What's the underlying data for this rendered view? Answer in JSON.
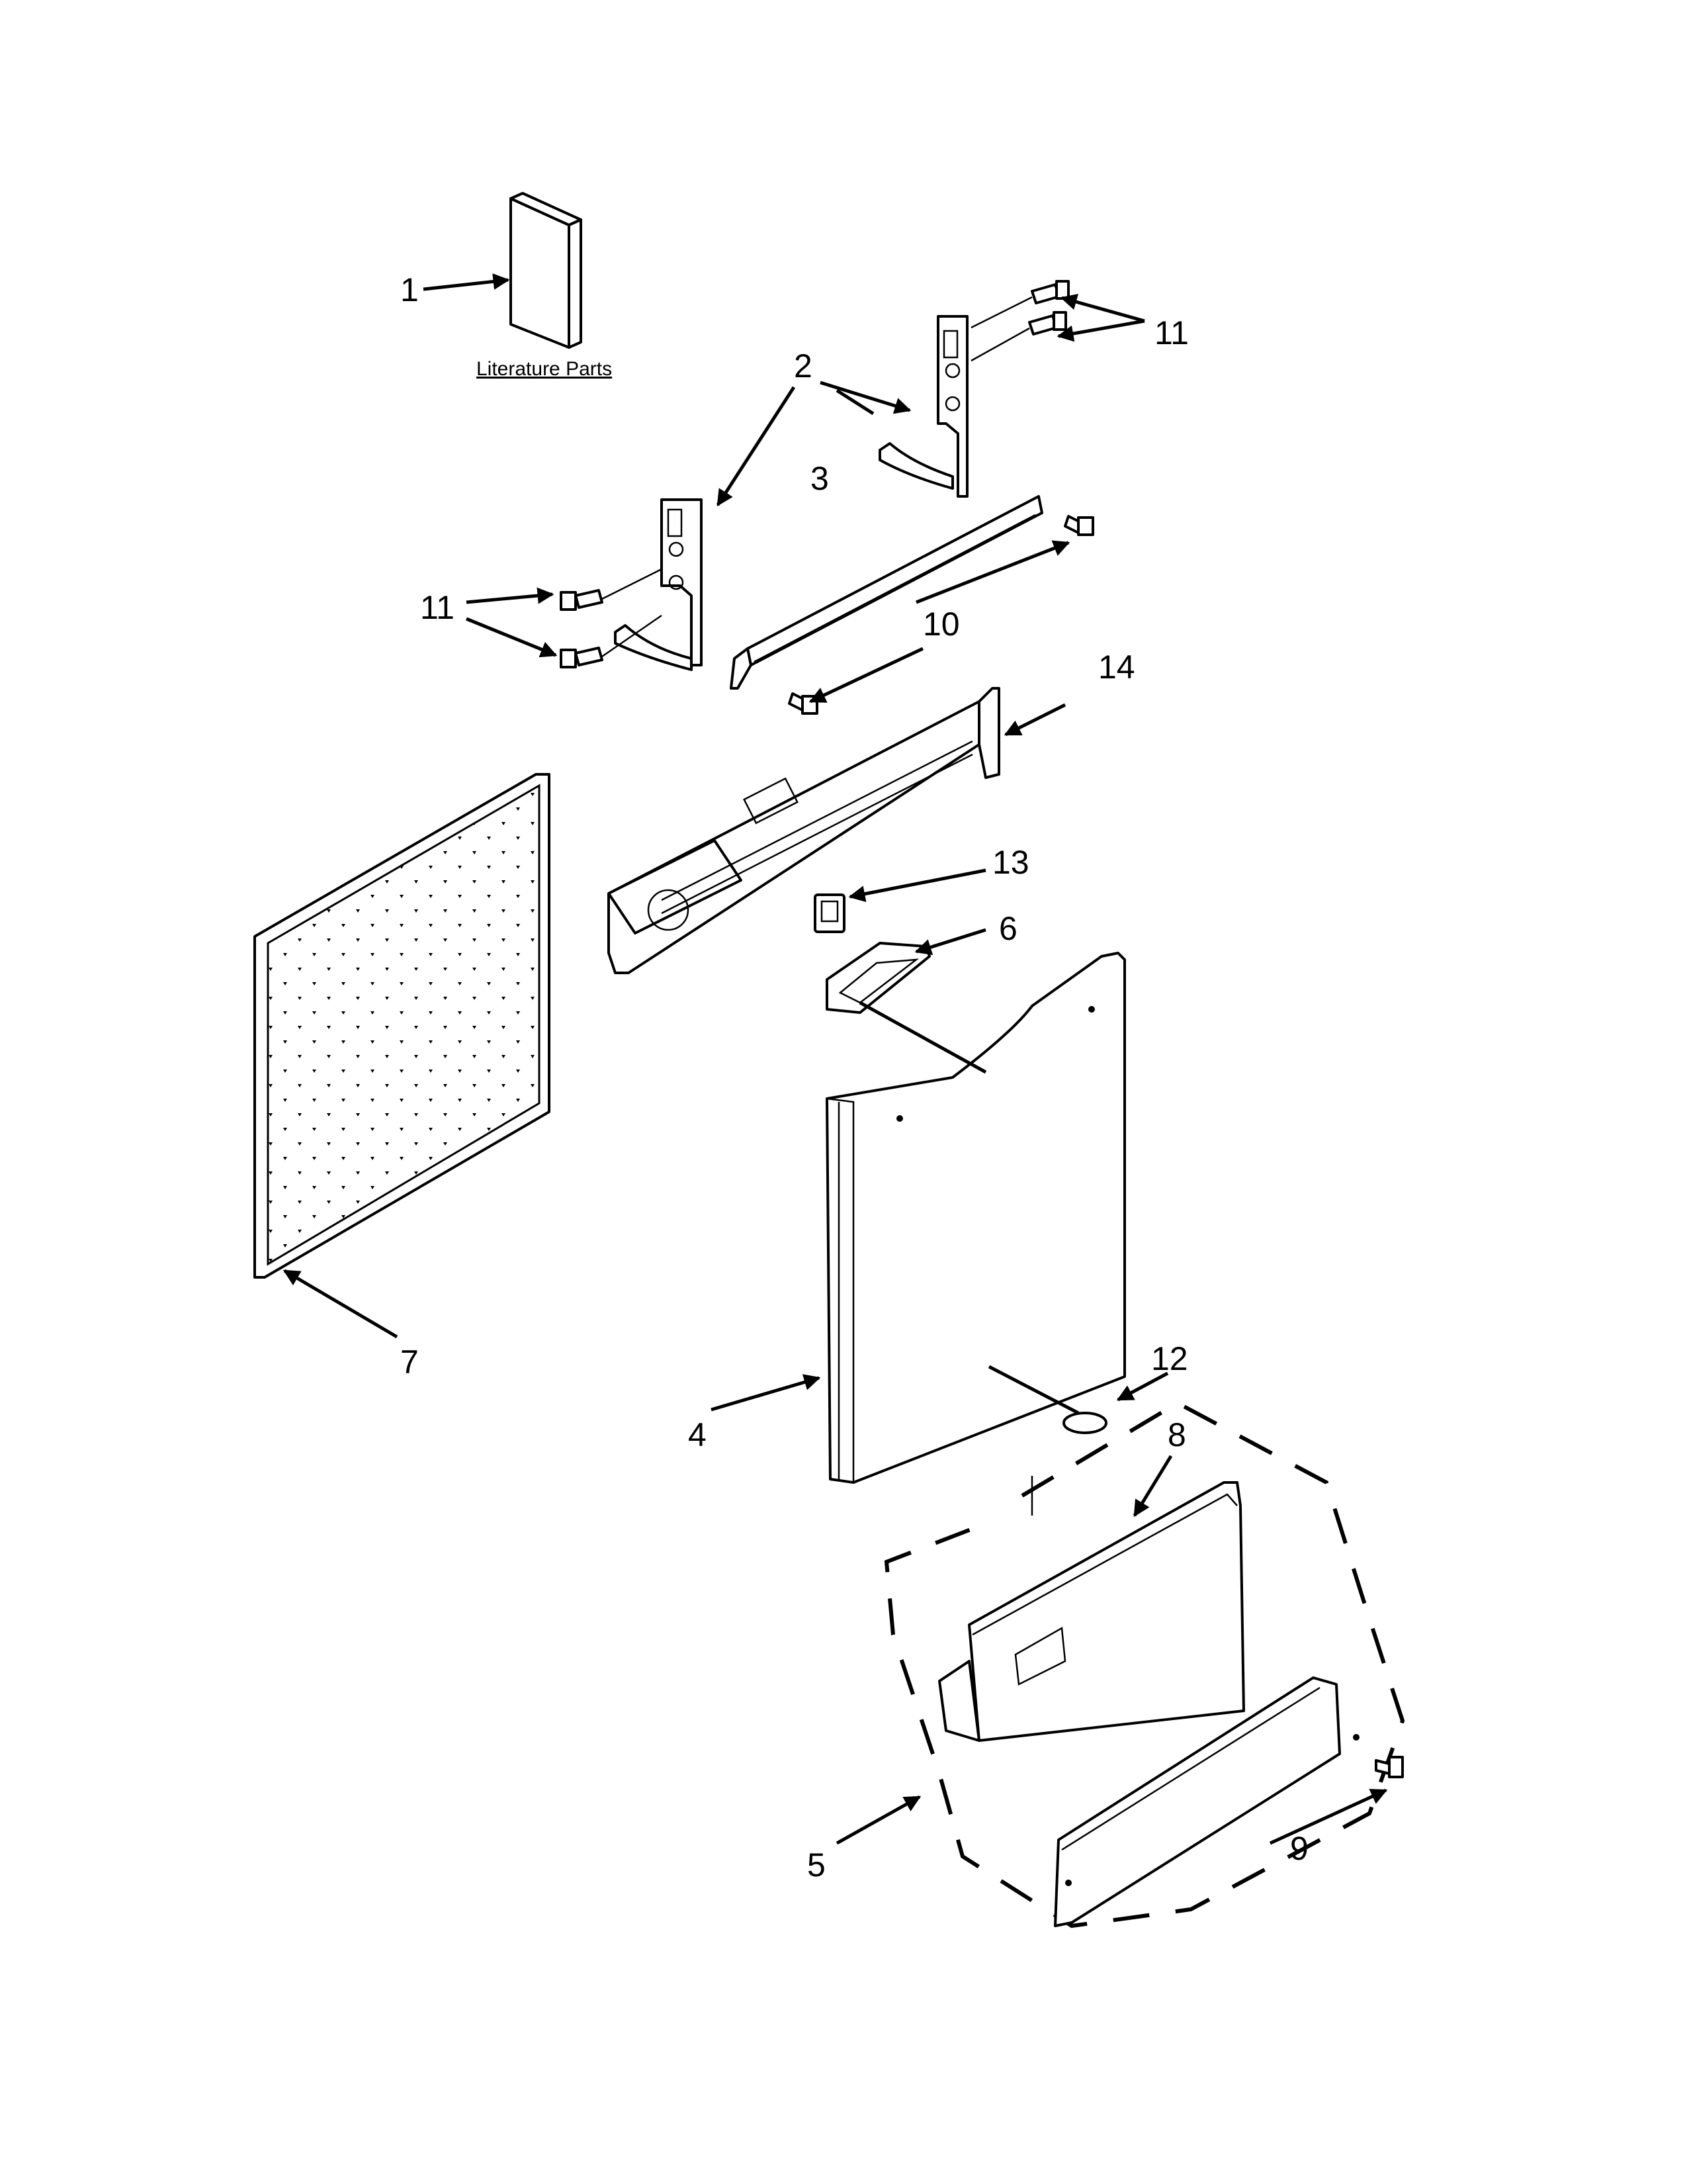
{
  "literature_caption": "Literature Parts",
  "callouts": {
    "c1": "1",
    "c2": "2",
    "c3": "3",
    "c4": "4",
    "c5": "5",
    "c6": "6",
    "c7": "7",
    "c8": "8",
    "c9": "9",
    "c10": "10",
    "c11a": "11",
    "c11b": "11",
    "c12": "12",
    "c13": "13",
    "c14": "14"
  }
}
